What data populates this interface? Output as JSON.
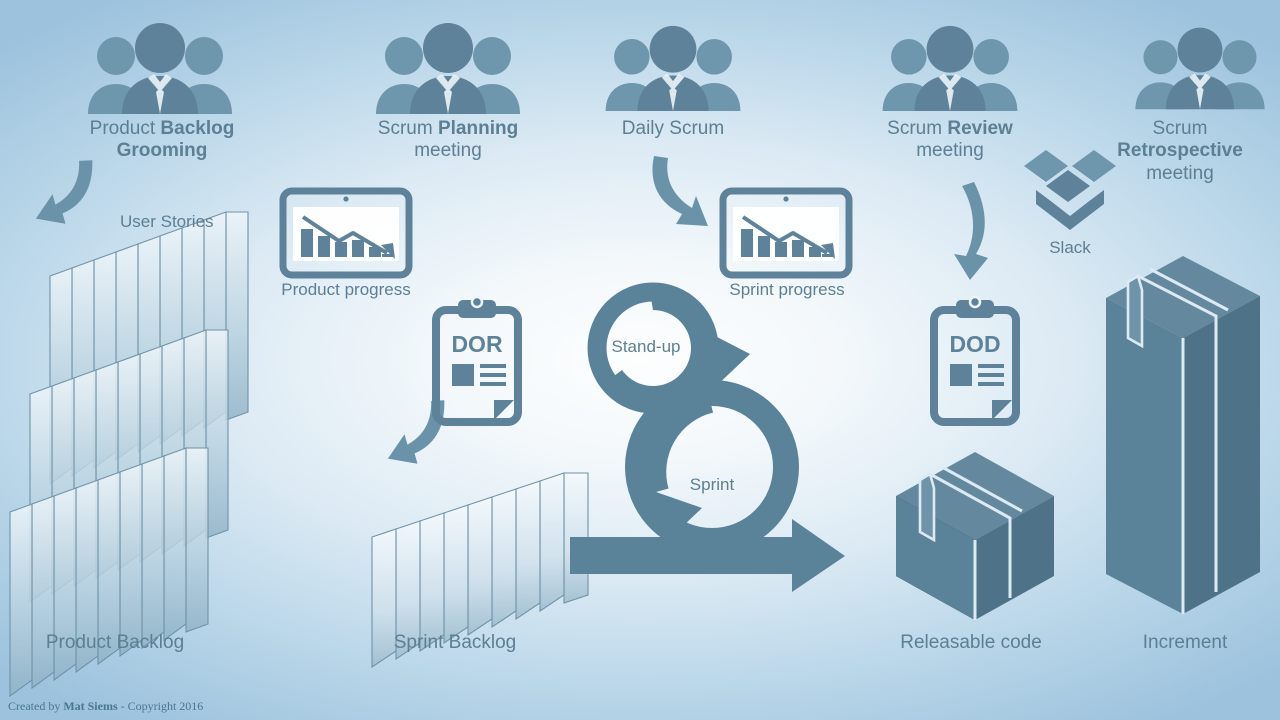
{
  "diagram": {
    "title": "Scrum process overview",
    "accent_color": "#5a8299",
    "accent_dark": "#4b7288",
    "text_color": "#5c7f93",
    "bg_outer": "#9cc2dd",
    "bg_inner": "#fdfefe"
  },
  "events": [
    {
      "id": "backlog-grooming",
      "line1_plain": "Product ",
      "line1_bold": "Backlog",
      "line2_bold": "Grooming",
      "line2_plain": ""
    },
    {
      "id": "scrum-planning",
      "line1_plain": "Scrum ",
      "line1_bold": "Planning",
      "line2_bold": "",
      "line2_plain": "meeting"
    },
    {
      "id": "daily-scrum",
      "line1_plain": "Daily Scrum",
      "line1_bold": "",
      "line2_bold": "",
      "line2_plain": ""
    },
    {
      "id": "scrum-review",
      "line1_plain": "Scrum ",
      "line1_bold": "Review",
      "line2_bold": "",
      "line2_plain": "meeting"
    },
    {
      "id": "scrum-retrospective",
      "line1_plain": "Scrum",
      "line1_bold": "",
      "line2_bold": "Retrospective",
      "line2_plain": "meeting"
    }
  ],
  "artifacts": {
    "user_stories": "User Stories",
    "product_backlog": "Product Backlog",
    "sprint_backlog": "Sprint Backlog",
    "product_progress": "Product progress",
    "sprint_progress": "Sprint progress",
    "dor": "DOR",
    "dod": "DOD",
    "slack": "Slack",
    "releasable_code": "Releasable code",
    "increment": "Increment"
  },
  "cycle": {
    "standup": "Stand-up",
    "sprint": "Sprint"
  },
  "footer": {
    "prefix": "Created by ",
    "author": "Mat Siems",
    "suffix": " - Copyright 2016"
  }
}
